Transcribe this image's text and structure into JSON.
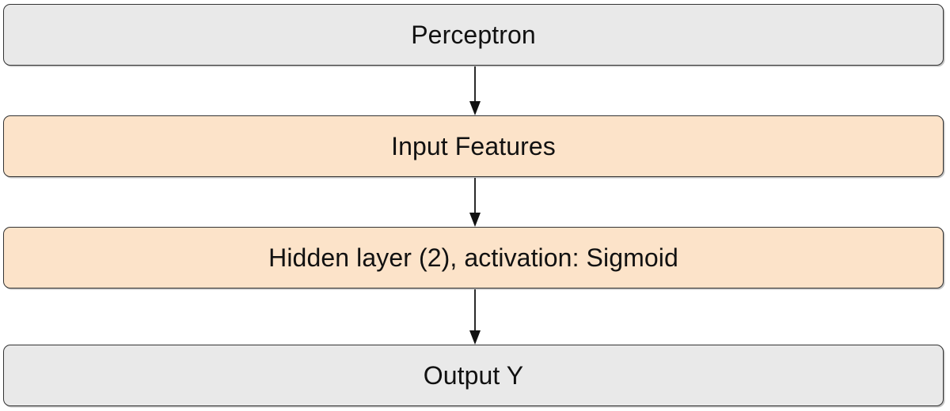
{
  "diagram": {
    "type": "flowchart",
    "orientation": "top-to-bottom",
    "title": "Perceptron",
    "colors": {
      "gray_fill": "#e9e9e9",
      "peach_fill": "#fce3c9",
      "border": "#333333",
      "arrow": "#111111",
      "text": "#111111",
      "background": "#ffffff"
    },
    "nodes": [
      {
        "id": "perceptron",
        "label": "Perceptron",
        "style": "gray"
      },
      {
        "id": "input",
        "label": "Input Features",
        "style": "peach"
      },
      {
        "id": "hidden",
        "label": "Hidden layer (2), activation: Sigmoid",
        "style": "peach"
      },
      {
        "id": "output",
        "label": "Output Y",
        "style": "gray"
      }
    ],
    "edges": [
      {
        "from": "perceptron",
        "to": "input",
        "arrow": "down-arrow-icon"
      },
      {
        "from": "input",
        "to": "hidden",
        "arrow": "down-arrow-icon"
      },
      {
        "from": "hidden",
        "to": "output",
        "arrow": "down-arrow-icon"
      }
    ]
  }
}
